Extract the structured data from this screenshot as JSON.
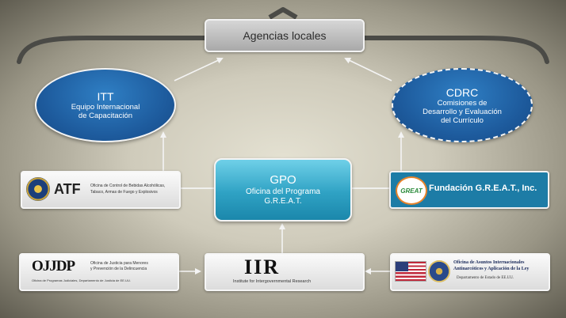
{
  "top_box": {
    "label": "Agencias locales"
  },
  "itt": {
    "title": "ITT",
    "subtitle_line1": "Equipo Internacional",
    "subtitle_line2": "de Capacitación"
  },
  "cdrc": {
    "title": "CDRC",
    "subtitle_line1": "Comisiones de",
    "subtitle_line2": "Desarrollo y Evaluación",
    "subtitle_line3": "del Currículo"
  },
  "gpo": {
    "title": "GPO",
    "subtitle_line1": "Oficina del Programa",
    "subtitle_line2": "G.R.E.A.T."
  },
  "atf": {
    "acronym": "ATF",
    "line1": "Oficina de Control de Bebidas Alcohólicas,",
    "line2": "Tabaco, Armas de Fuego y Explosivos"
  },
  "fundacion": {
    "label": "Fundación G.R.E.A.T., Inc.",
    "logo_text": "GREAT"
  },
  "ojjdp": {
    "acronym": "OJJDP",
    "line1": "Oficina de Justicia para Menores",
    "line2": "y Prevención de la Delincuencia",
    "line3": "Oficina de Programas Judiciales, Departamento de Justicia de EE.UU."
  },
  "iir": {
    "acronym": "IIR",
    "line1": "Institute for Intergovernmental Research"
  },
  "oai": {
    "line1": "Oficina de Asuntos Internacionales",
    "line2": "Antinarcóticos y Aplicación de la Ley",
    "line3": "Departamento de Estado de EE.UU."
  },
  "colors": {
    "ellipse_blue": "#1d5a9c",
    "gpo_teal": "#2fa2c4",
    "fundacion_blue": "#1d7ca6",
    "arrow": "#f4f4f4",
    "bracket": "#4a4a46"
  }
}
